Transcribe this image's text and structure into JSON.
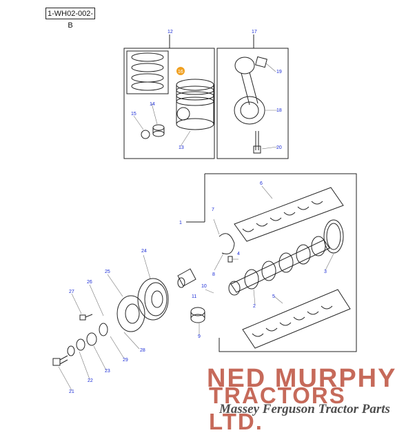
{
  "diagram_ref": "1-WH02-002-B",
  "callouts": {
    "c1": "1",
    "c2": "2",
    "c3": "3",
    "c4": "4",
    "c5": "5",
    "c6": "6",
    "c7": "7",
    "c8": "8",
    "c9": "9",
    "c10": "10",
    "c11": "11",
    "c12": "12",
    "c13": "13",
    "c14": "14",
    "c15": "15",
    "c16": "16",
    "c17": "17",
    "c18": "18",
    "c19": "19",
    "c20": "20",
    "c21": "21",
    "c22": "22",
    "c23": "23",
    "c24": "24",
    "c25": "25",
    "c26": "26",
    "c27": "27",
    "c28": "28",
    "c29": "29"
  },
  "highlight_color": "#f0a020",
  "callout_color": "#1a2bd6",
  "brand": {
    "line1": "NED MURPHY",
    "line2": "TRACTORS LTD.",
    "line3": "Massey Ferguson Tractor Parts"
  }
}
